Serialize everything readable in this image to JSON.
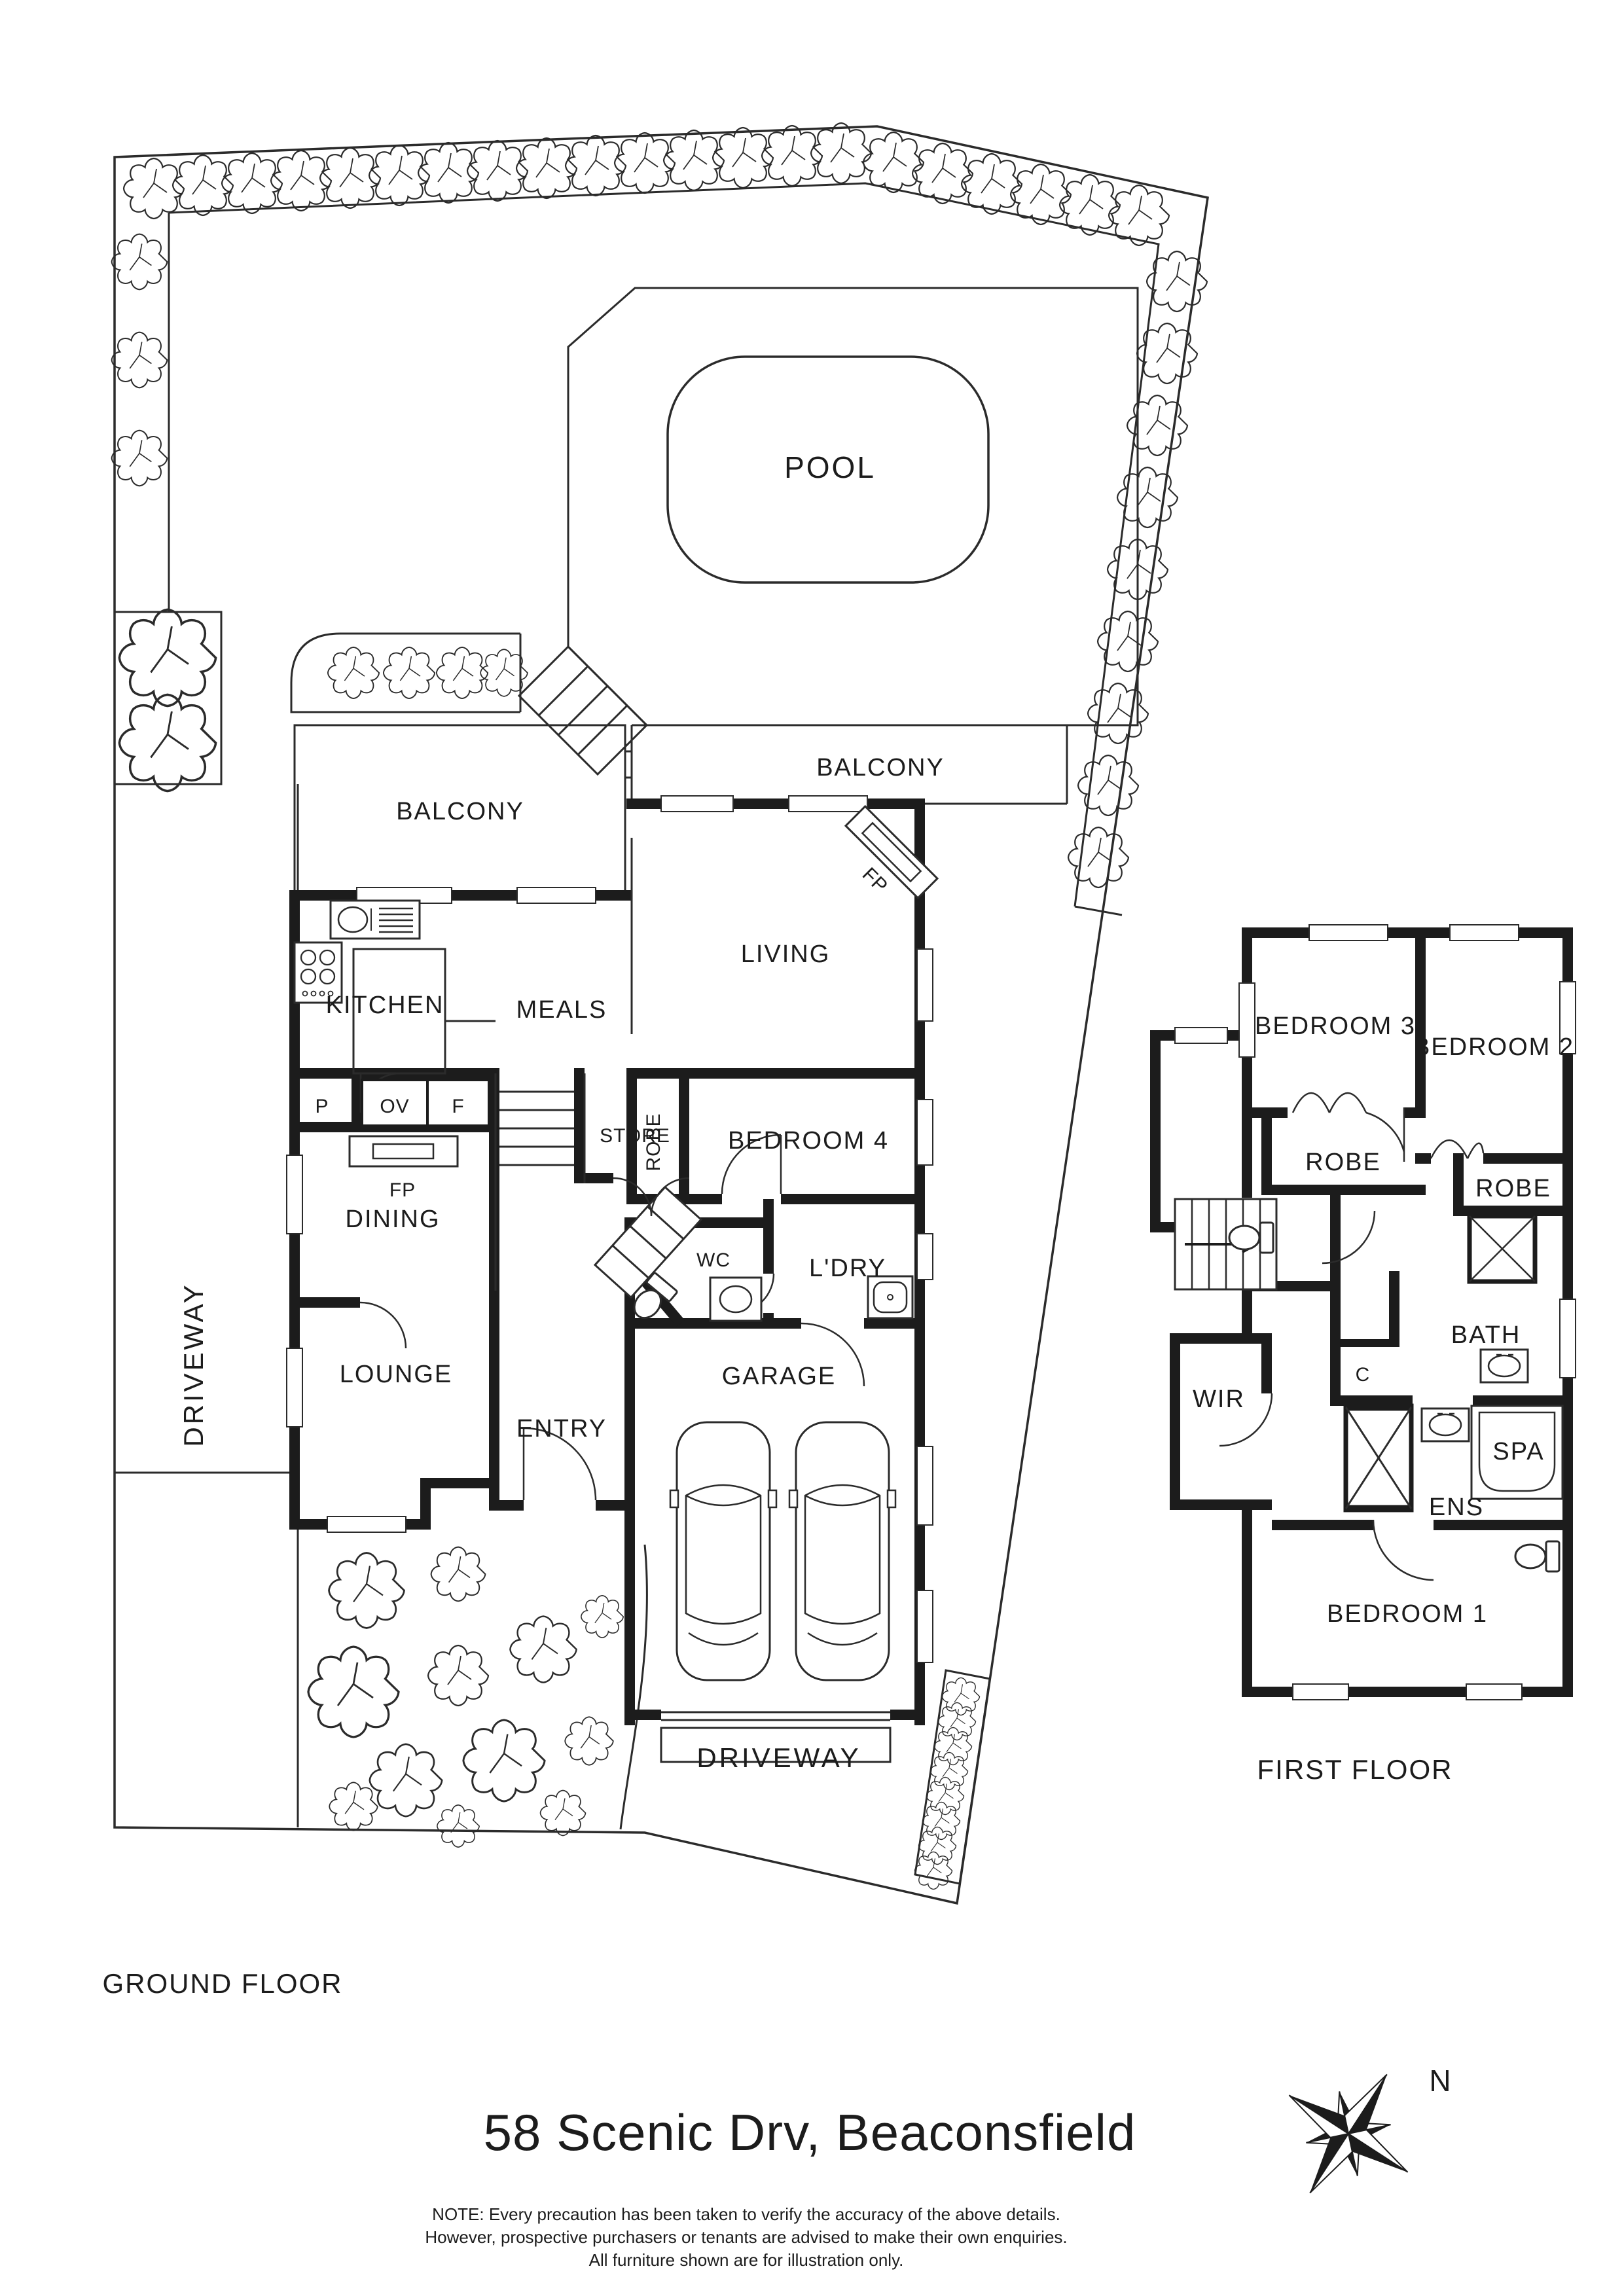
{
  "title": "58 Scenic Drv, Beaconsfield",
  "notes": {
    "line1": "NOTE: Every precaution has been taken to verify the accuracy of the above details.",
    "line2": "However, prospective purchasers or tenants are advised to make their own enquiries.",
    "line3": "All furniture shown are for illustration only."
  },
  "floor_labels": {
    "ground": "GROUND FLOOR",
    "first": "FIRST FLOOR"
  },
  "compass": {
    "north": "N"
  },
  "site": {
    "pool": "POOL",
    "driveway_left": "DRIVEWAY",
    "driveway_bottom": "DRIVEWAY"
  },
  "ground": {
    "balcony_left": "BALCONY",
    "balcony_right": "BALCONY",
    "kitchen": "KITCHEN",
    "meals": "MEALS",
    "living": "LIVING",
    "dining": "DINING",
    "lounge": "LOUNGE",
    "entry": "ENTRY",
    "store": "STORE",
    "robe": "ROBE",
    "bedroom4": "BEDROOM 4",
    "wc": "WC",
    "laundry": "L'DRY",
    "garage": "GARAGE",
    "pantry": "P",
    "oven": "OV",
    "fridge": "F",
    "fireplace_kitchen": "FP",
    "fireplace_living": "FP"
  },
  "first": {
    "bedroom1": "BEDROOM 1",
    "bedroom2": "BEDROOM 2",
    "bedroom3": "BEDROOM 3",
    "robe_bed3": "ROBE",
    "robe_bed2": "ROBE",
    "bath": "BATH",
    "ensuite": "ENS",
    "spa": "SPA",
    "wir": "WIR",
    "cupboard": "C"
  },
  "colors": {
    "wall": "#1c1c1c",
    "line": "#2b2b2b"
  }
}
